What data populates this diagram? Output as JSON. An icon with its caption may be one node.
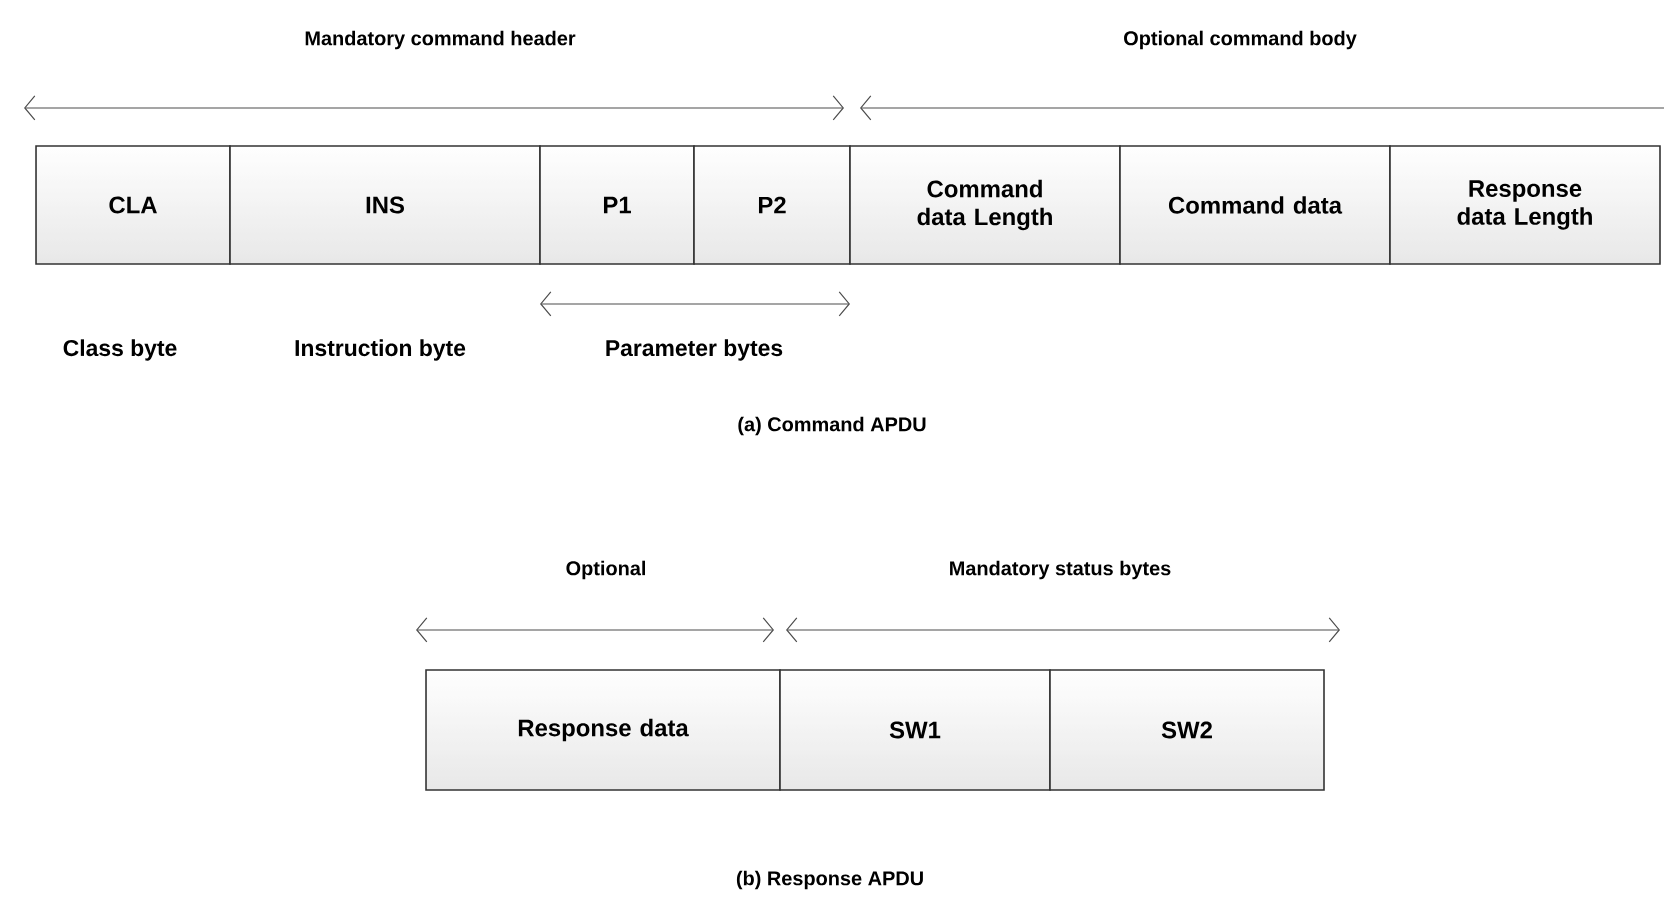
{
  "diagram": {
    "nodes": [
      {
        "text": [
          "CLA"
        ]
      },
      {
        "text": [
          "INS"
        ]
      },
      {
        "text": [
          "P1"
        ]
      },
      {
        "text": [
          "P2"
        ]
      },
      {
        "text": [
          "Command data Length"
        ]
      },
      {
        "text": [
          "Command data"
        ]
      },
      {
        "text": [
          "Response data Length"
        ]
      },
      {
        "text": [
          "Response data"
        ]
      },
      {
        "text": [
          "SW1"
        ]
      },
      {
        "text": [
          "SW2"
        ]
      }
    ],
    "labels": [
      "Mandatory command header",
      "Optional command body",
      "Class byte",
      "Instruction byte",
      "Parameter bytes",
      "(a) Command APDU",
      "Optional",
      "Mandatory status bytes",
      "(b) Response APDU"
    ]
  }
}
